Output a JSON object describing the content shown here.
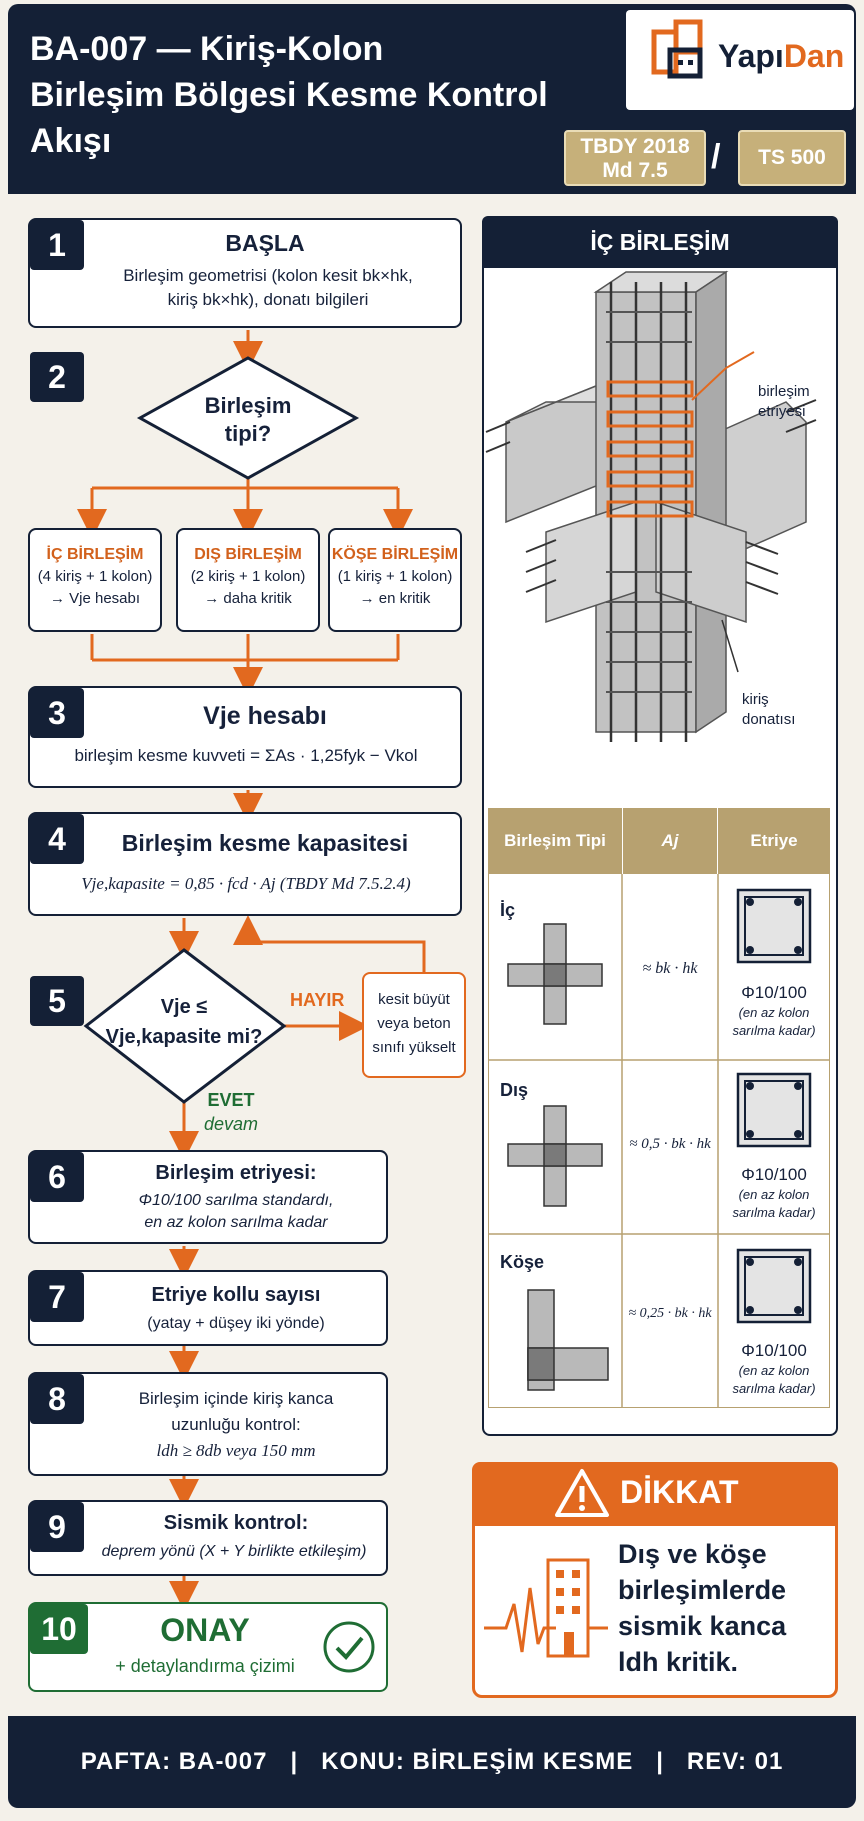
{
  "header": {
    "title_line1": "BA-007 — Kiriş-Kolon",
    "title_line2": "Birleşim Bölgesi Kesme Kontrol Akışı",
    "logo_part1": "Yapı",
    "logo_part2": "Dan",
    "badge1_line1": "TBDY 2018",
    "badge1_line2": "Md 7.5",
    "separator": "/",
    "badge2": "TS 500"
  },
  "steps": {
    "s1": {
      "num": "1",
      "title": "BAŞLA",
      "line1": "Birleşim geometrisi (kolon kesit bk×hk,",
      "line2": "kiriş bk×hk), donatı bilgileri"
    },
    "s2": {
      "num": "2",
      "decision_line1": "Birleşim",
      "decision_line2": "tipi?"
    },
    "branches": [
      {
        "title": "İÇ BİRLEŞİM",
        "line1": "(4 kiriş + 1 kolon)",
        "line2": "→ Vje hesabı"
      },
      {
        "title": "DIŞ BİRLEŞİM",
        "line1": "(2 kiriş + 1 kolon)",
        "line2": "→ daha kritik"
      },
      {
        "title": "KÖŞE BİRLEŞİM",
        "line1": "(1 kiriş + 1 kolon)",
        "line2": "→ en kritik"
      }
    ],
    "s3": {
      "num": "3",
      "title": "Vje hesabı",
      "line1": "birleşim kesme kuvveti = ΣAs · 1,25fyk − Vkol"
    },
    "s4": {
      "num": "4",
      "title": "Birleşim kesme kapasitesi",
      "line1": "Vje,kapasite = 0,85 · fcd · Aj  (TBDY Md 7.5.2.4)"
    },
    "s5": {
      "num": "5",
      "decision_line1": "Vje ≤",
      "decision_line2": "Vje,kapasite mi?",
      "no_label": "HAYIR",
      "no_action_line1": "kesit büyüt",
      "no_action_line2": "veya beton",
      "no_action_line3": "sınıfı yükselt",
      "yes_label": "EVET",
      "yes_sub": "devam"
    },
    "s6": {
      "num": "6",
      "title": "Birleşim etriyesi:",
      "line1": "Φ10/100 sarılma standardı,",
      "line2": "en az kolon sarılma kadar"
    },
    "s7": {
      "num": "7",
      "title": "Etriye kollu sayısı",
      "line1": "(yatay + düşey iki yönde)"
    },
    "s8": {
      "num": "8",
      "line1": "Birleşim içinde kiriş kanca",
      "line2": "uzunluğu kontrol:",
      "line3": "ldh ≥ 8db veya 150 mm"
    },
    "s9": {
      "num": "9",
      "title": "Sismik kontrol:",
      "line1": "deprem yönü (X + Y birlikte etkileşim)"
    },
    "s10": {
      "num": "10",
      "title": "ONAY",
      "line1": "+ detaylandırma çizimi"
    }
  },
  "right_panel": {
    "title": "İÇ BİRLEŞİM",
    "callout_stirrup_line1": "birleşim",
    "callout_stirrup_line2": "etriyesi",
    "callout_rebar_line1": "kiriş",
    "callout_rebar_line2": "donatısı",
    "table": {
      "headers": [
        "Birleşim Tipi",
        "Aj",
        "Etriye"
      ],
      "rows": [
        {
          "type": "İç",
          "aj": "≈ bk · hk",
          "etriye_line1": "Φ10/100",
          "etriye_line2": "(en az kolon",
          "etriye_line3": "sarılma kadar)"
        },
        {
          "type": "Dış",
          "aj": "≈ 0,5 · bk · hk",
          "etriye_line1": "Φ10/100",
          "etriye_line2": "(en az kolon",
          "etriye_line3": "sarılma kadar)"
        },
        {
          "type": "Köşe",
          "aj": "≈ 0,25 · bk · hk",
          "etriye_line1": "Φ10/100",
          "etriye_line2": "(en az kolon",
          "etriye_line3": "sarılma kadar)"
        }
      ]
    }
  },
  "warning": {
    "title": "DİKKAT",
    "line1": "Dış ve köşe",
    "line2": "birleşimlerde",
    "line3": "sismik kanca",
    "line4": "ldh kritik."
  },
  "footer": {
    "text": "PAFTA: BA-007   |   KONU: BİRLEŞİM KESME   |   REV: 01"
  },
  "colors": {
    "navy": "#142036",
    "orange": "#e2691f",
    "gold": "#c6b07a",
    "green": "#1f6d34",
    "background": "#f4f1ea"
  }
}
